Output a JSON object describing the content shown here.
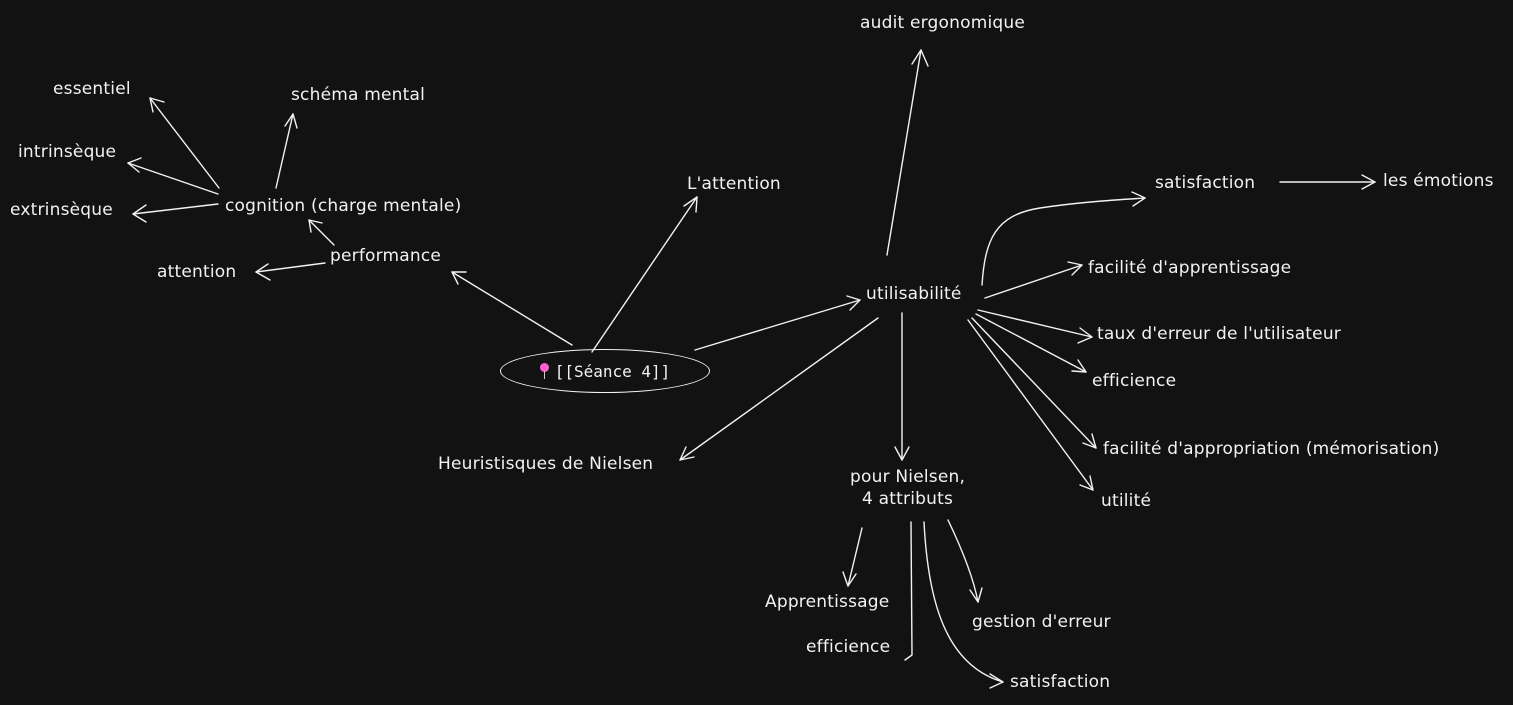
{
  "center": {
    "icon": "pin-icon",
    "label": "[[Séance 4]]"
  },
  "nodes": {
    "audit_ergonomique": "audit ergonomique",
    "essentiel": "essentiel",
    "schema_mental": "schéma mental",
    "intrinseque": "intrinsèque",
    "extrinseque": "extrinsèque",
    "cognition": "cognition (charge mentale)",
    "attention": "attention",
    "performance": "performance",
    "l_attention": "L'attention",
    "satisfaction_top": "satisfaction",
    "les_emotions": "les émotions",
    "utilisabilite": "utilisabilité",
    "facilite_apprentissage": "facilité d'apprentissage",
    "taux_erreur": "taux d'erreur de l'utilisateur",
    "efficience_right": "efficience",
    "facilite_appropriation": "facilité d'appropriation (mémorisation)",
    "utilite": "utilité",
    "heuristiques": "Heuristisques de Nielsen",
    "pour_nielsen": "pour Nielsen,\n4 attributs",
    "apprentissage": "Apprentissage",
    "efficience_bottom": "efficience",
    "gestion_erreur": "gestion d'erreur",
    "satisfaction_bottom": "satisfaction"
  },
  "colors": {
    "background": "#121212",
    "stroke": "#f2f2f2",
    "pin": "#ff5fd2"
  }
}
